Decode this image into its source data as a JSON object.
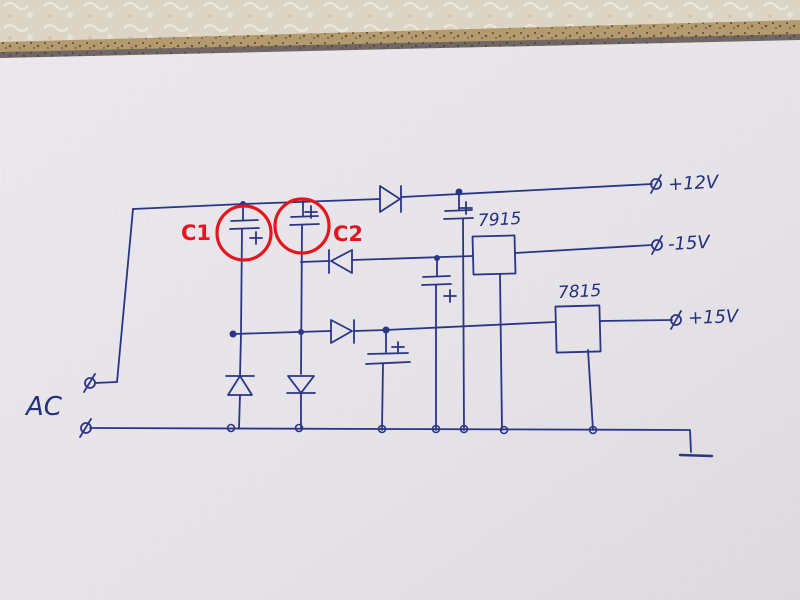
{
  "capacitor_labels": {
    "c1": "C1",
    "c2": "C2"
  },
  "regulators": {
    "negative": "7915",
    "positive": "7815"
  },
  "outputs": {
    "plus12": "+12V",
    "minus15": "-15V",
    "plus15": "+15V"
  },
  "input_label": "AC",
  "colors": {
    "ink": "#2a3585",
    "highlight": "#e4161d",
    "paper": "#e7e4e9",
    "tablecloth": "#d9d2c2"
  }
}
